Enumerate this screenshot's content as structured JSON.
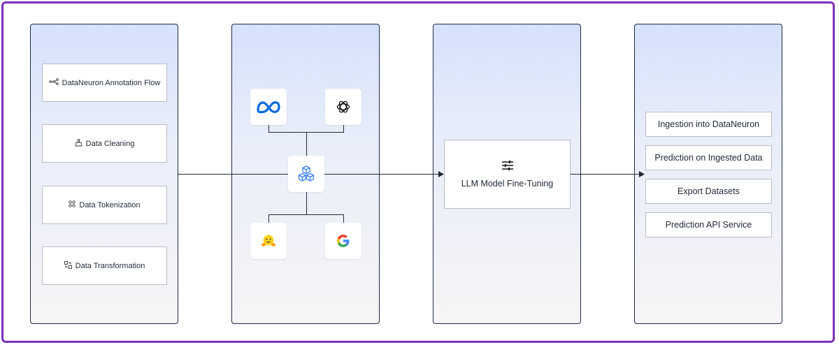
{
  "stage_1": {
    "items": [
      {
        "label": "DataNeuron Annotation Flow",
        "icon": "workflow-icon"
      },
      {
        "label": "Data Cleaning",
        "icon": "broom-icon"
      },
      {
        "label": "Data Tokenization",
        "icon": "grid-icon"
      },
      {
        "label": "Data Transformation",
        "icon": "transform-icon"
      }
    ]
  },
  "stage_2": {
    "logos": [
      "meta-logo",
      "openai-logo",
      "model-hub-icon",
      "hugging-face-logo",
      "google-logo"
    ]
  },
  "stage_3": {
    "label": "LLM Model Fine-Tuning",
    "icon": "sliders-icon"
  },
  "stage_4": {
    "items": [
      "Ingestion into DataNeuron",
      "Prediction on Ingested Data",
      "Export Datasets",
      "Prediction API Service"
    ]
  },
  "colors": {
    "frame_border": "#7b2fbe",
    "panel_border": "#1e2a4a",
    "panel_gradient_top": "#d5e1fb",
    "panel_gradient_bottom": "#f6f4f6",
    "meta_blue": "#0668e1",
    "hub_blue": "#3b82f6"
  }
}
